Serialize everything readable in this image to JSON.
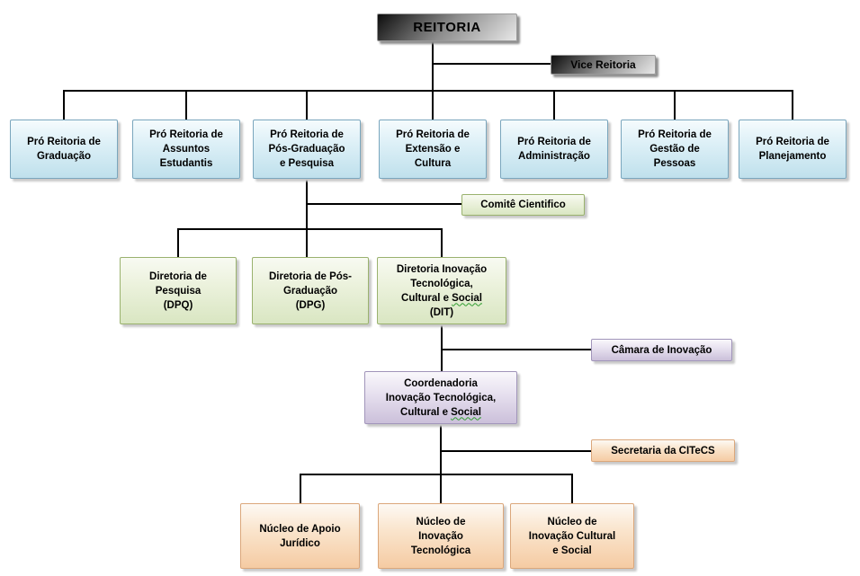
{
  "chart": {
    "root": "REITORIA",
    "vice": "Vice Reitoria",
    "pro_reitorias": [
      {
        "lines": [
          "Pró Reitoria de",
          "Graduação"
        ]
      },
      {
        "lines": [
          "Pró Reitoria de",
          "Assuntos",
          "Estudantis"
        ]
      },
      {
        "lines": [
          "Pró Reitoria de",
          "Pós-Graduação",
          "e Pesquisa"
        ]
      },
      {
        "lines": [
          "Pró Reitoria de",
          "Extensão e",
          "Cultura"
        ]
      },
      {
        "lines": [
          "Pró Reitoria de",
          "Administração"
        ]
      },
      {
        "lines": [
          "Pró Reitoria de",
          "Gestão de",
          "Pessoas"
        ]
      },
      {
        "lines": [
          "Pró Reitoria de",
          "Planejamento"
        ]
      }
    ],
    "comite": "Comitê Cientifico",
    "diretorias": [
      {
        "lines": [
          "Diretoria de",
          "Pesquisa",
          "(DPQ)"
        ]
      },
      {
        "lines": [
          "Diretoria de Pós-",
          "Graduação",
          "(DPG)"
        ]
      },
      {
        "lines": [
          "Diretoria Inovação",
          "Tecnológica,"
        ],
        "wavy_prefix": "Cultural e",
        "wavy_word": "Social",
        "tail": "(DIT)"
      }
    ],
    "camara": "Câmara de Inovação",
    "coordenadoria": {
      "lines": [
        "Coordenadoria",
        "Inovação Tecnológica,"
      ],
      "wavy_prefix": "Cultural e",
      "wavy_word": "Social"
    },
    "secretaria": "Secretaria da CITeCS",
    "nucleos": [
      {
        "lines": [
          "Núcleo de Apoio",
          "Jurídico"
        ]
      },
      {
        "lines": [
          "Núcleo de",
          "Inovação",
          "Tecnológica"
        ]
      },
      {
        "lines": [
          "Núcleo de",
          "Inovação Cultural",
          "e Social"
        ]
      }
    ]
  },
  "colors": {
    "connector_line": "#000000",
    "dark_box_start": "#0d0d0d",
    "dark_box_end": "#e8e8e8",
    "blue_fill_bottom": "#bfe0ec",
    "blue_border": "#7aa6bd",
    "green_fill_bottom": "#d9e6c2",
    "green_border": "#9ab26e",
    "purple_fill_bottom": "#cbc0da",
    "purple_border": "#a195ba",
    "orange_fill_bottom": "#f5cba3",
    "orange_border": "#dba77b",
    "spellcheck_wavy": "#2f9e2f"
  }
}
